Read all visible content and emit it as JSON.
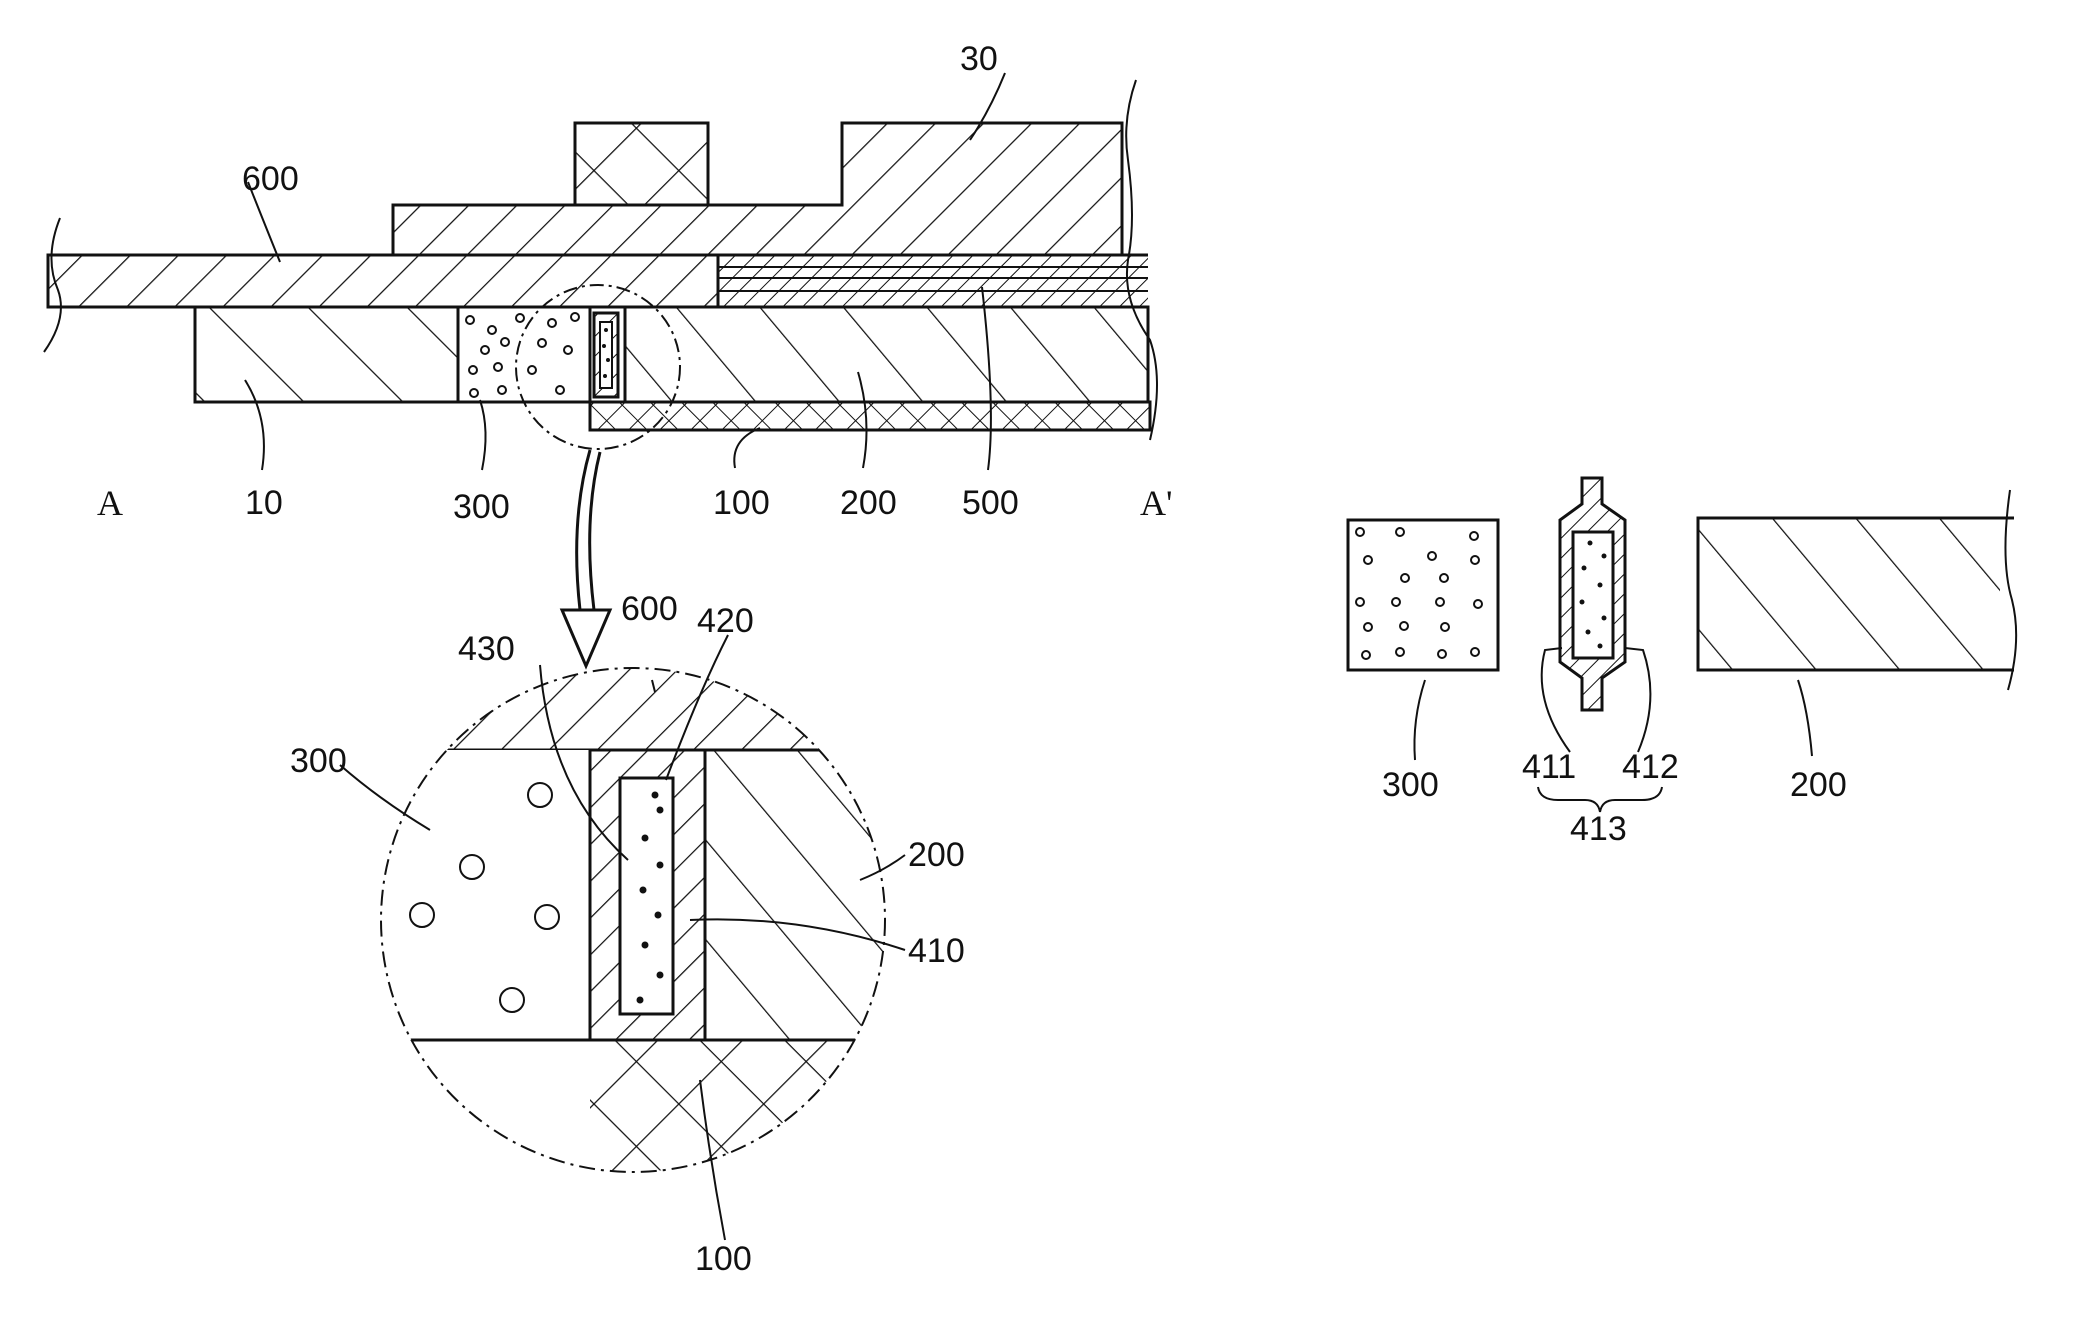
{
  "labels": {
    "section_start": "A",
    "section_end": "A'",
    "label_30": "30",
    "label_600": "600",
    "label_10": "10",
    "label_300": "300",
    "label_100": "100",
    "label_200": "200",
    "label_500": "500",
    "detail_600": "600",
    "detail_420": "420",
    "detail_430": "430",
    "detail_300": "300",
    "detail_200": "200",
    "detail_410": "410",
    "detail_100": "100",
    "right_300": "300",
    "right_411": "411",
    "right_412": "412",
    "right_413": "413",
    "right_200": "200"
  }
}
